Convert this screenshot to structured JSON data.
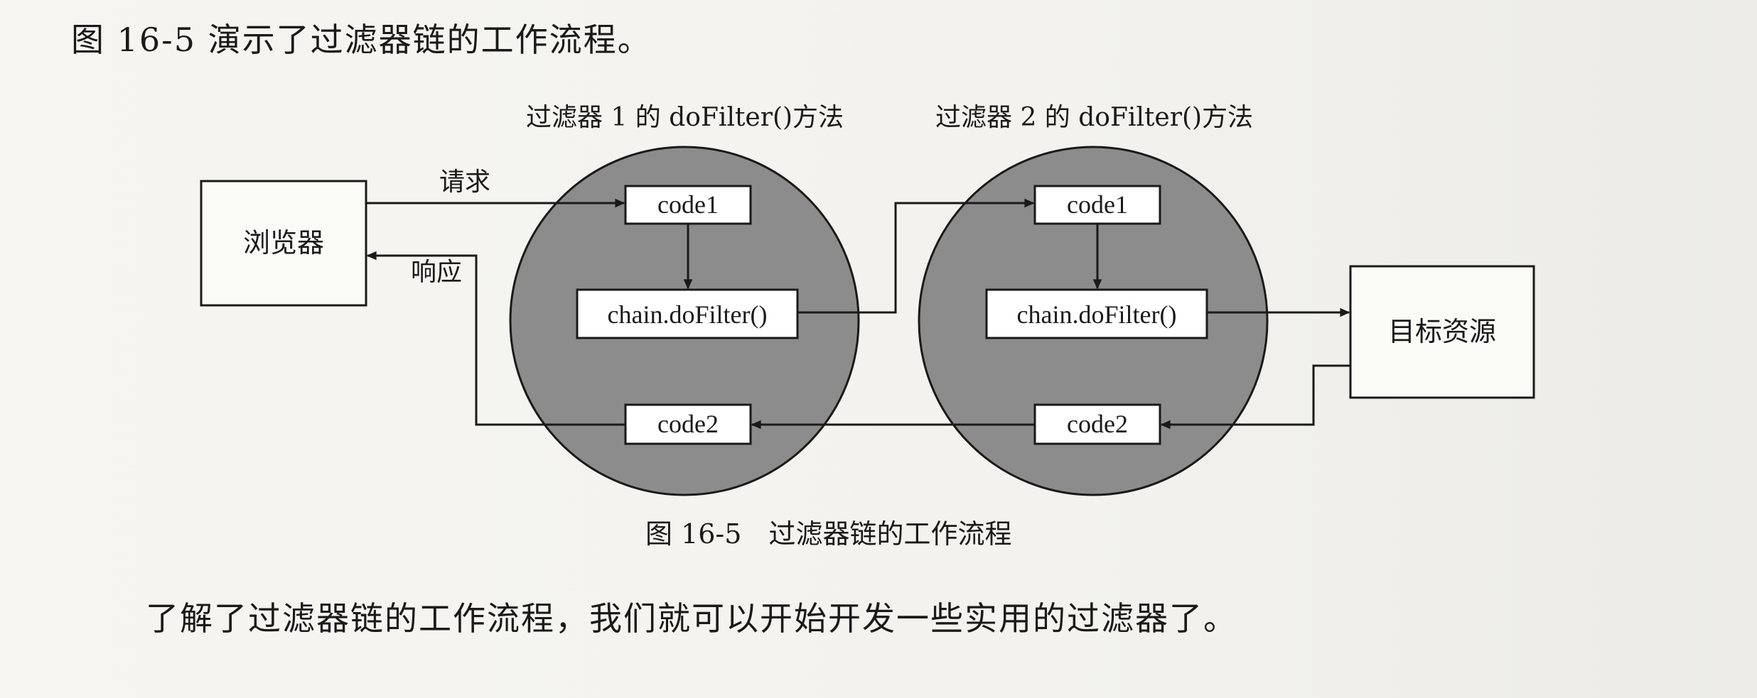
{
  "paragraphs": {
    "intro": "图 16-5 演示了过滤器链的工作流程。",
    "outro": "了解了过滤器链的工作流程，我们就可以开始开发一些实用的过滤器了。"
  },
  "figure": {
    "caption": "图 16-5　过滤器链的工作流程",
    "filter1_title": "过滤器 1 的 doFilter()方法",
    "filter2_title": "过滤器 2 的 doFilter()方法",
    "browser": "浏览器",
    "target": "目标资源",
    "request_label": "请求",
    "response_label": "响应",
    "filter1": {
      "code1": "code1",
      "chain": "chain.doFilter()",
      "code2": "code2"
    },
    "filter2": {
      "code1": "code1",
      "chain": "chain.doFilter()",
      "code2": "code2"
    },
    "colors": {
      "circle_fill": "#8c8c8c",
      "box_fill": "#ffffff",
      "line": "#1a1a1a"
    }
  }
}
